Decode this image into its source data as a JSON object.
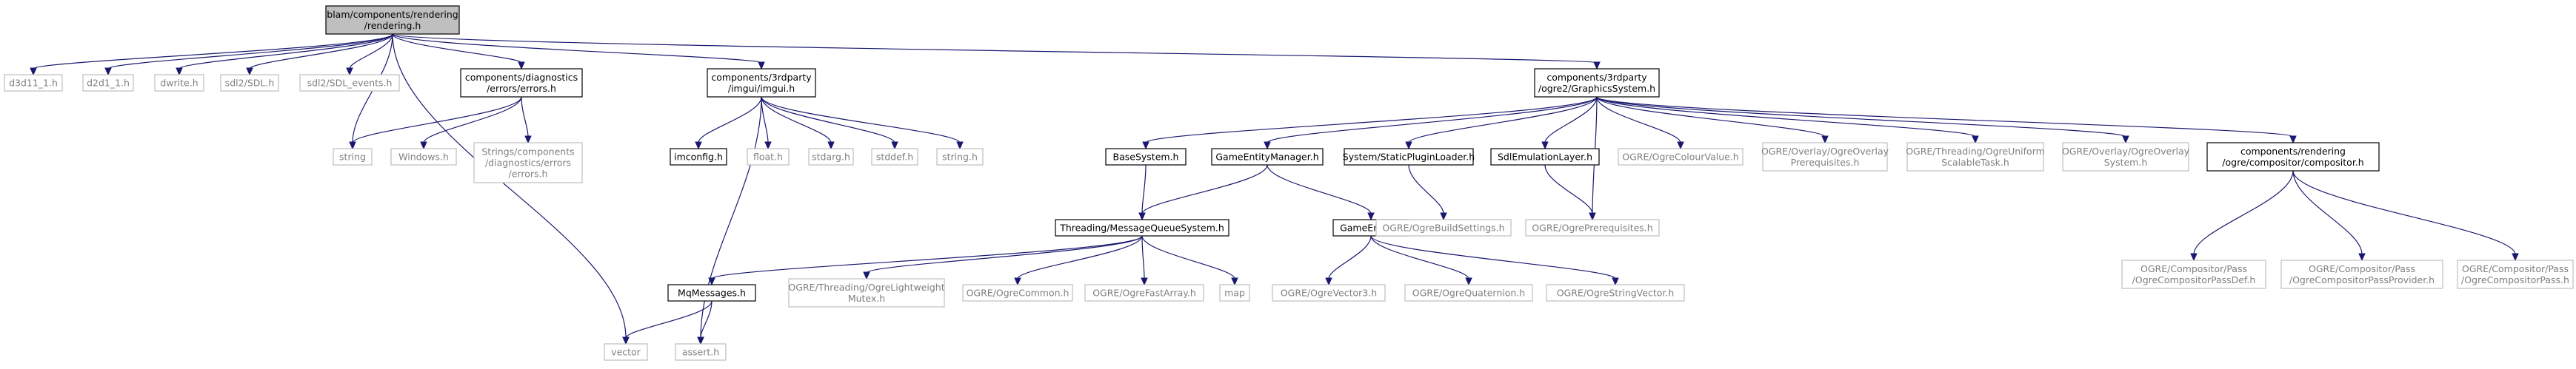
{
  "diagram": {
    "colors": {
      "edge": "#191970",
      "root_fill": "#bfbfbf",
      "local_border": "#000000",
      "system_border": "#bfbfbf",
      "system_text": "#7f7f7f"
    },
    "nodes": [
      {
        "id": "rendering",
        "kind": "root",
        "lines": [
          "blam/components/rendering",
          "/rendering.h"
        ]
      },
      {
        "id": "d3d11",
        "kind": "system",
        "lines": [
          "d3d11_1.h"
        ]
      },
      {
        "id": "d2d1",
        "kind": "system",
        "lines": [
          "d2d1_1.h"
        ]
      },
      {
        "id": "dwrite",
        "kind": "system",
        "lines": [
          "dwrite.h"
        ]
      },
      {
        "id": "sdl",
        "kind": "system",
        "lines": [
          "sdl2/SDL.h"
        ]
      },
      {
        "id": "sdl_events",
        "kind": "system",
        "lines": [
          "sdl2/SDL_events.h"
        ]
      },
      {
        "id": "string",
        "kind": "system",
        "lines": [
          "string"
        ]
      },
      {
        "id": "errors",
        "kind": "local",
        "lines": [
          "components/diagnostics",
          "/errors/errors.h"
        ]
      },
      {
        "id": "windows",
        "kind": "system",
        "lines": [
          "Windows.h"
        ]
      },
      {
        "id": "strings_errors",
        "kind": "system",
        "lines": [
          "Strings/components",
          "/diagnostics/errors",
          "/errors.h"
        ]
      },
      {
        "id": "vector",
        "kind": "system",
        "lines": [
          "vector"
        ]
      },
      {
        "id": "imgui",
        "kind": "local",
        "lines": [
          "components/3rdparty",
          "/imgui/imgui.h"
        ]
      },
      {
        "id": "assert",
        "kind": "system",
        "lines": [
          "assert.h"
        ]
      },
      {
        "id": "imconfig",
        "kind": "local",
        "lines": [
          "imconfig.h"
        ]
      },
      {
        "id": "float",
        "kind": "system",
        "lines": [
          "float.h"
        ]
      },
      {
        "id": "stdarg",
        "kind": "system",
        "lines": [
          "stdarg.h"
        ]
      },
      {
        "id": "stddef",
        "kind": "system",
        "lines": [
          "stddef.h"
        ]
      },
      {
        "id": "string_h",
        "kind": "system",
        "lines": [
          "string.h"
        ]
      },
      {
        "id": "graphics",
        "kind": "local",
        "lines": [
          "components/3rdparty",
          "/ogre2/GraphicsSystem.h"
        ]
      },
      {
        "id": "basesystem",
        "kind": "local",
        "lines": [
          "BaseSystem.h"
        ]
      },
      {
        "id": "gem",
        "kind": "local",
        "lines": [
          "GameEntityManager.h"
        ]
      },
      {
        "id": "spl",
        "kind": "local",
        "lines": [
          "System/StaticPluginLoader.h"
        ]
      },
      {
        "id": "sdlemu",
        "kind": "local",
        "lines": [
          "SdlEmulationLayer.h"
        ]
      },
      {
        "id": "colourvalue",
        "kind": "system",
        "lines": [
          "OGRE/OgreColourValue.h"
        ]
      },
      {
        "id": "overlay_prereq",
        "kind": "system",
        "lines": [
          "OGRE/Overlay/OgreOverlay",
          "Prerequisites.h"
        ]
      },
      {
        "id": "uniform",
        "kind": "system",
        "lines": [
          "OGRE/Threading/OgreUniform",
          "ScalableTask.h"
        ]
      },
      {
        "id": "overlay_sys",
        "kind": "system",
        "lines": [
          "OGRE/Overlay/OgreOverlay",
          "System.h"
        ]
      },
      {
        "id": "compositor",
        "kind": "local",
        "lines": [
          "components/rendering",
          "/ogre/compositor/compositor.h"
        ]
      },
      {
        "id": "mqs",
        "kind": "local",
        "lines": [
          "Threading/MessageQueueSystem.h"
        ]
      },
      {
        "id": "gameentity",
        "kind": "local",
        "lines": [
          "GameEntity.h"
        ]
      },
      {
        "id": "buildsettings",
        "kind": "system",
        "lines": [
          "OGRE/OgreBuildSettings.h"
        ]
      },
      {
        "id": "ogreprereq",
        "kind": "system",
        "lines": [
          "OGRE/OgrePrerequisites.h"
        ]
      },
      {
        "id": "passdef",
        "kind": "system",
        "lines": [
          "OGRE/Compositor/Pass",
          "/OgreCompositorPassDef.h"
        ]
      },
      {
        "id": "passprov",
        "kind": "system",
        "lines": [
          "OGRE/Compositor/Pass",
          "/OgreCompositorPassProvider.h"
        ]
      },
      {
        "id": "pass",
        "kind": "system",
        "lines": [
          "OGRE/Compositor/Pass",
          "/OgreCompositorPass.h"
        ]
      },
      {
        "id": "mqmessages",
        "kind": "local",
        "lines": [
          "MqMessages.h"
        ]
      },
      {
        "id": "mutex",
        "kind": "system",
        "lines": [
          "OGRE/Threading/OgreLightweight",
          "Mutex.h"
        ]
      },
      {
        "id": "ogrecommon",
        "kind": "system",
        "lines": [
          "OGRE/OgreCommon.h"
        ]
      },
      {
        "id": "fastarray",
        "kind": "system",
        "lines": [
          "OGRE/OgreFastArray.h"
        ]
      },
      {
        "id": "map",
        "kind": "system",
        "lines": [
          "map"
        ]
      },
      {
        "id": "vector3",
        "kind": "system",
        "lines": [
          "OGRE/OgreVector3.h"
        ]
      },
      {
        "id": "quaternion",
        "kind": "system",
        "lines": [
          "OGRE/OgreQuaternion.h"
        ]
      },
      {
        "id": "stringvector",
        "kind": "system",
        "lines": [
          "OGRE/OgreStringVector.h"
        ]
      }
    ]
  }
}
